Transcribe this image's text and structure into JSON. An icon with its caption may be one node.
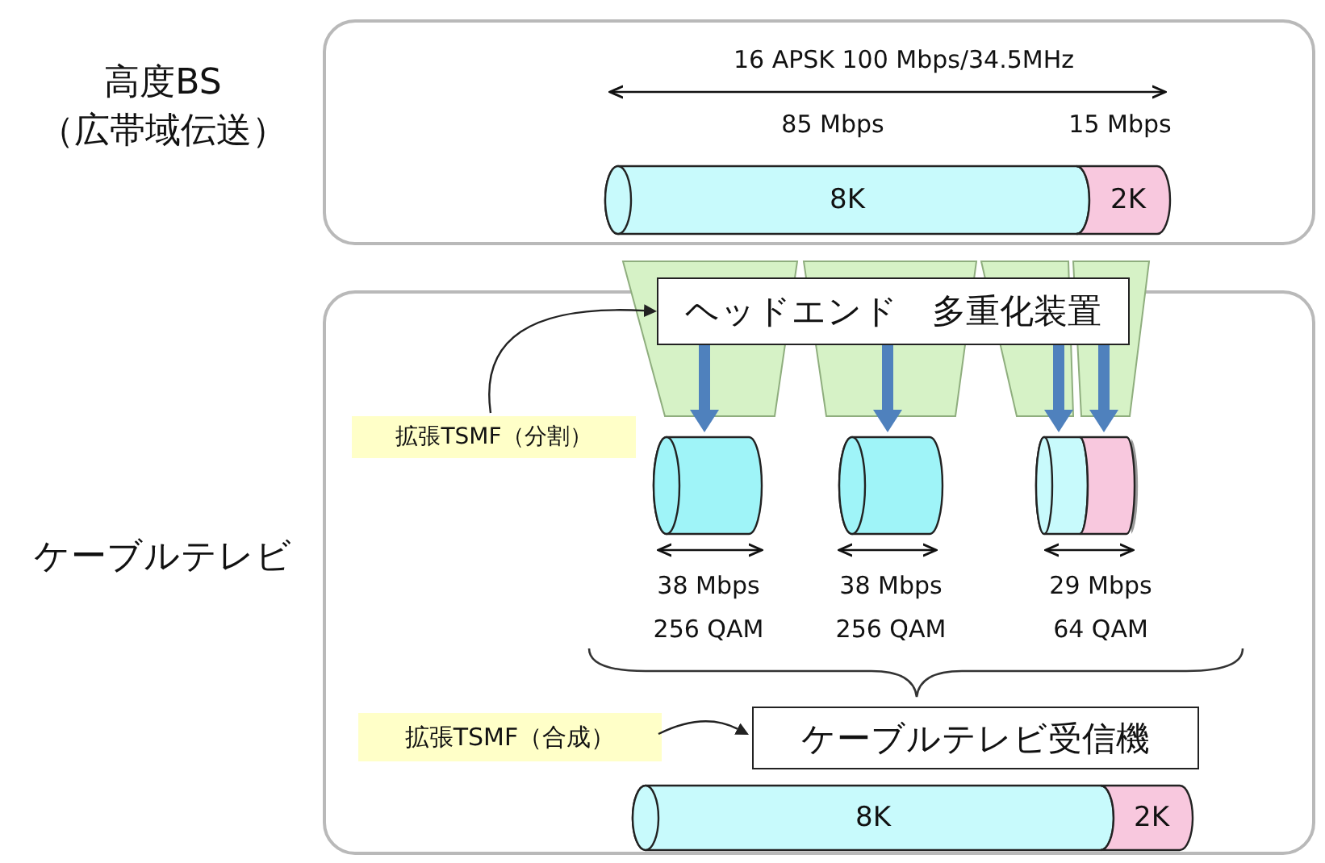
{
  "diagram": {
    "nodes": [
      {
        "text": [
          "高度BS",
          "（広帯域伝送）"
        ]
      },
      {
        "text": [
          "8K"
        ],
        "in": 0,
        "beside": [
          "85 Mbps"
        ]
      },
      {
        "text": [
          "2K"
        ],
        "in": 0,
        "beside": [
          "15 Mbps"
        ]
      },
      {
        "text": [
          "ケーブルテレビ"
        ]
      },
      {
        "text": [
          "ヘッドエンド　多重化装置"
        ]
      },
      {
        "text": [],
        "shape": "cylinder",
        "in": 3,
        "beside": [
          "38 Mbps",
          "256 QAM"
        ]
      },
      {
        "text": [],
        "shape": "cylinder",
        "in": 3,
        "beside": [
          "38 Mbps",
          "256 QAM"
        ]
      },
      {
        "text": [],
        "shape": "cylinder",
        "in": 3,
        "beside": [
          "29 Mbps",
          "64 QAM"
        ]
      },
      {
        "text": [],
        "shape": "cylinder",
        "in": 3
      },
      {
        "text": [
          "拡張TSMF（分割）"
        ],
        "in": 3
      },
      {
        "text": [
          "拡張TSMF（合成）"
        ],
        "in": 3
      },
      {
        "text": [
          "ケーブルテレビ受信機"
        ],
        "in": 3
      },
      {
        "text": [
          "8K"
        ],
        "in": 3
      },
      {
        "text": [
          "2K"
        ],
        "in": 3
      }
    ],
    "edges": [
      {
        "from": 9,
        "to": 4,
        "arrow": "to",
        "color": "#222222"
      },
      {
        "from": 4,
        "to": 5,
        "arrow": "to",
        "color": "#4f81bd"
      },
      {
        "from": 4,
        "to": 6,
        "arrow": "to",
        "color": "#4f81bd"
      },
      {
        "from": 4,
        "to": 7,
        "arrow": "to",
        "color": "#4f81bd"
      },
      {
        "from": 4,
        "to": 8,
        "arrow": "to",
        "color": "#4f81bd"
      },
      {
        "from": 10,
        "to": 11,
        "arrow": "to",
        "color": "#222222"
      }
    ],
    "labels": [
      "16 APSK 100 Mbps/34.5MHz"
    ]
  }
}
